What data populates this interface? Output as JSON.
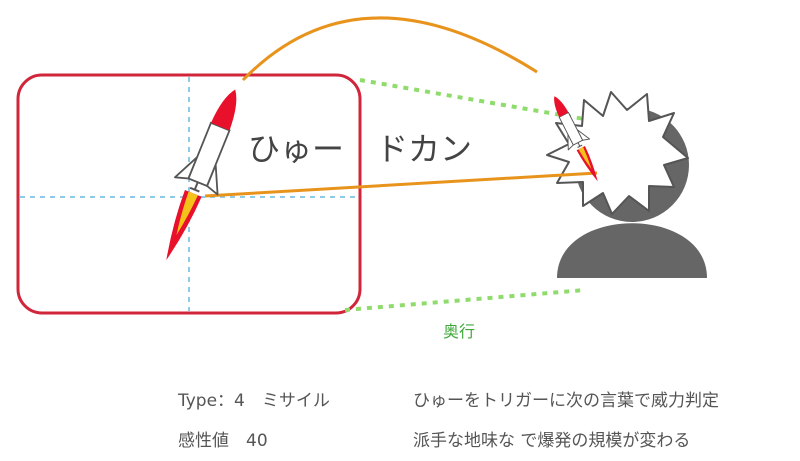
{
  "diagram": {
    "sound_effect": "ひゅー　ドカン",
    "depth_label": "奥行"
  },
  "info": {
    "type_line": "Type：4　ミサイル",
    "sensitivity_line": "感性値　40",
    "description_line1": "ひゅーをトリガーに次の言葉で威力判定",
    "description_line2": "派手な地味な で爆発の規模が変わる"
  },
  "colors": {
    "frame": "#d0253a",
    "arc": "#e8941c",
    "depth_guides": "#8fdc6c",
    "center_guides": "#8ec9e8",
    "person": "#666666",
    "depth_text": "#3ea83a",
    "rocket_body": "#ffffff",
    "rocket_nose": "#e8102a",
    "flame_outer": "#e8102a",
    "flame_inner": "#f5c21a"
  },
  "icons": [
    "rocket-icon",
    "person-silhouette-icon",
    "explosion-burst-icon"
  ]
}
